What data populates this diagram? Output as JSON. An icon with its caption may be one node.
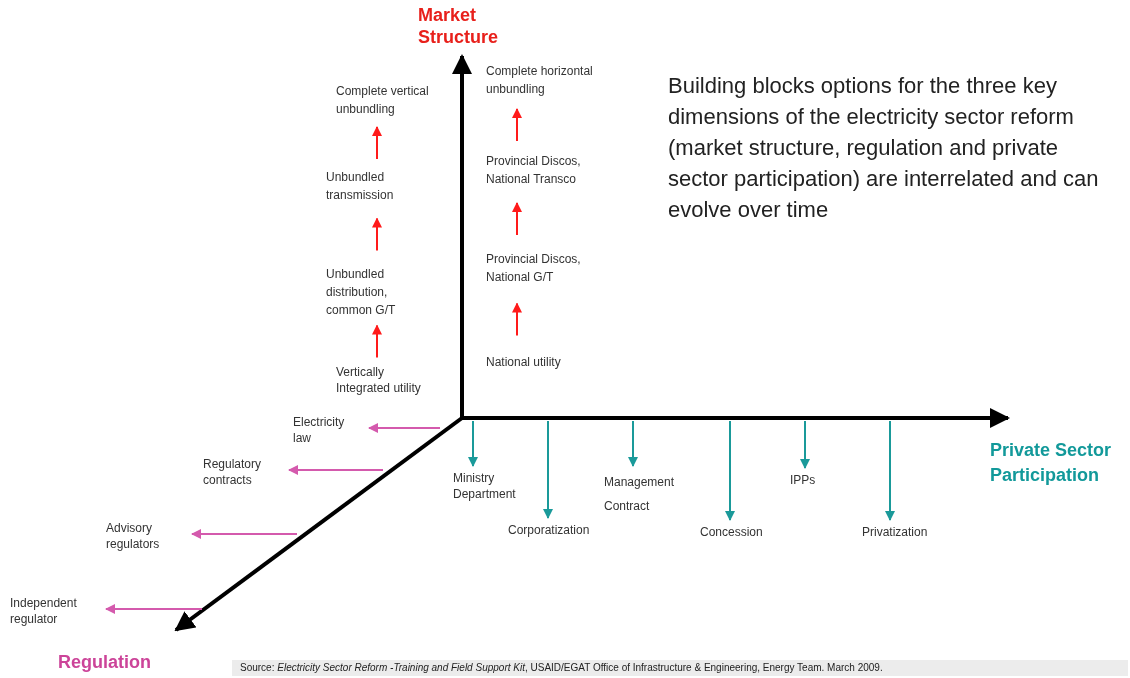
{
  "diagram": {
    "nodes": [
      {
        "text": [
          "Complete vertical unbundling"
        ]
      },
      {
        "text": [
          "Unbundled transmission"
        ]
      },
      {
        "text": [
          "Unbundled distribution, common G/T"
        ]
      },
      {
        "text": [
          "Vertically Integrated utility"
        ]
      },
      {
        "text": [
          "Complete horizontal unbundling"
        ]
      },
      {
        "text": [
          "Provincial Discos, National Transco"
        ]
      },
      {
        "text": [
          "Provincial Discos, National G/T"
        ]
      },
      {
        "text": [
          "National utility"
        ]
      },
      {
        "text": [
          "Electricity law"
        ]
      },
      {
        "text": [
          "Regulatory contracts"
        ]
      },
      {
        "text": [
          "Advisory regulators"
        ]
      },
      {
        "text": [
          "Independent regulator"
        ]
      },
      {
        "text": [
          "Ministry Department"
        ]
      },
      {
        "text": [
          "Corporatization"
        ]
      },
      {
        "text": [
          "Management Contract"
        ]
      },
      {
        "text": [
          "Concession"
        ]
      },
      {
        "text": [
          "IPPs"
        ]
      },
      {
        "text": [
          "Privatization"
        ]
      }
    ],
    "edges": [
      {
        "from": 3,
        "to": 2,
        "arrow": "to",
        "color": "#ff1a1a"
      },
      {
        "from": 2,
        "to": 1,
        "arrow": "to",
        "color": "#ff1a1a"
      },
      {
        "from": 1,
        "to": 0,
        "arrow": "to",
        "color": "#ff1a1a"
      },
      {
        "from": 7,
        "to": 6,
        "arrow": "to",
        "color": "#ff1a1a"
      },
      {
        "from": 6,
        "to": 5,
        "arrow": "to",
        "color": "#ff1a1a"
      },
      {
        "from": 5,
        "to": 4,
        "arrow": "to",
        "color": "#ff1a1a"
      },
      {
        "from": null,
        "to": 8,
        "arrow": "to",
        "color": "#d45aad"
      },
      {
        "from": null,
        "to": 9,
        "arrow": "to",
        "color": "#d45aad"
      },
      {
        "from": null,
        "to": 10,
        "arrow": "to",
        "color": "#d45aad"
      },
      {
        "from": null,
        "to": 11,
        "arrow": "to",
        "color": "#d45aad"
      },
      {
        "from": null,
        "to": 12,
        "arrow": "to",
        "color": "#1a9a9a"
      },
      {
        "from": null,
        "to": 13,
        "arrow": "to",
        "color": "#1a9a9a"
      },
      {
        "from": null,
        "to": 14,
        "arrow": "to",
        "color": "#1a9a9a"
      },
      {
        "from": null,
        "to": 15,
        "arrow": "to",
        "color": "#1a9a9a"
      },
      {
        "from": null,
        "to": 16,
        "arrow": "to",
        "color": "#1a9a9a"
      },
      {
        "from": null,
        "to": 17,
        "arrow": "to",
        "color": "#1a9a9a"
      }
    ],
    "labels": [
      "Market Structure",
      "Building blocks options for the three key dimensions of the electricity sector reform (market structure, regulation and private sector participation) are interrelated and can evolve over time",
      "Private Sector Participation",
      "Regulation",
      "Source: *Electricity Sector Reform -Training and Field Support Kit*, USAID/EGAT Office of Infrastructure & Engineering, Energy Team. March 2009."
    ]
  }
}
